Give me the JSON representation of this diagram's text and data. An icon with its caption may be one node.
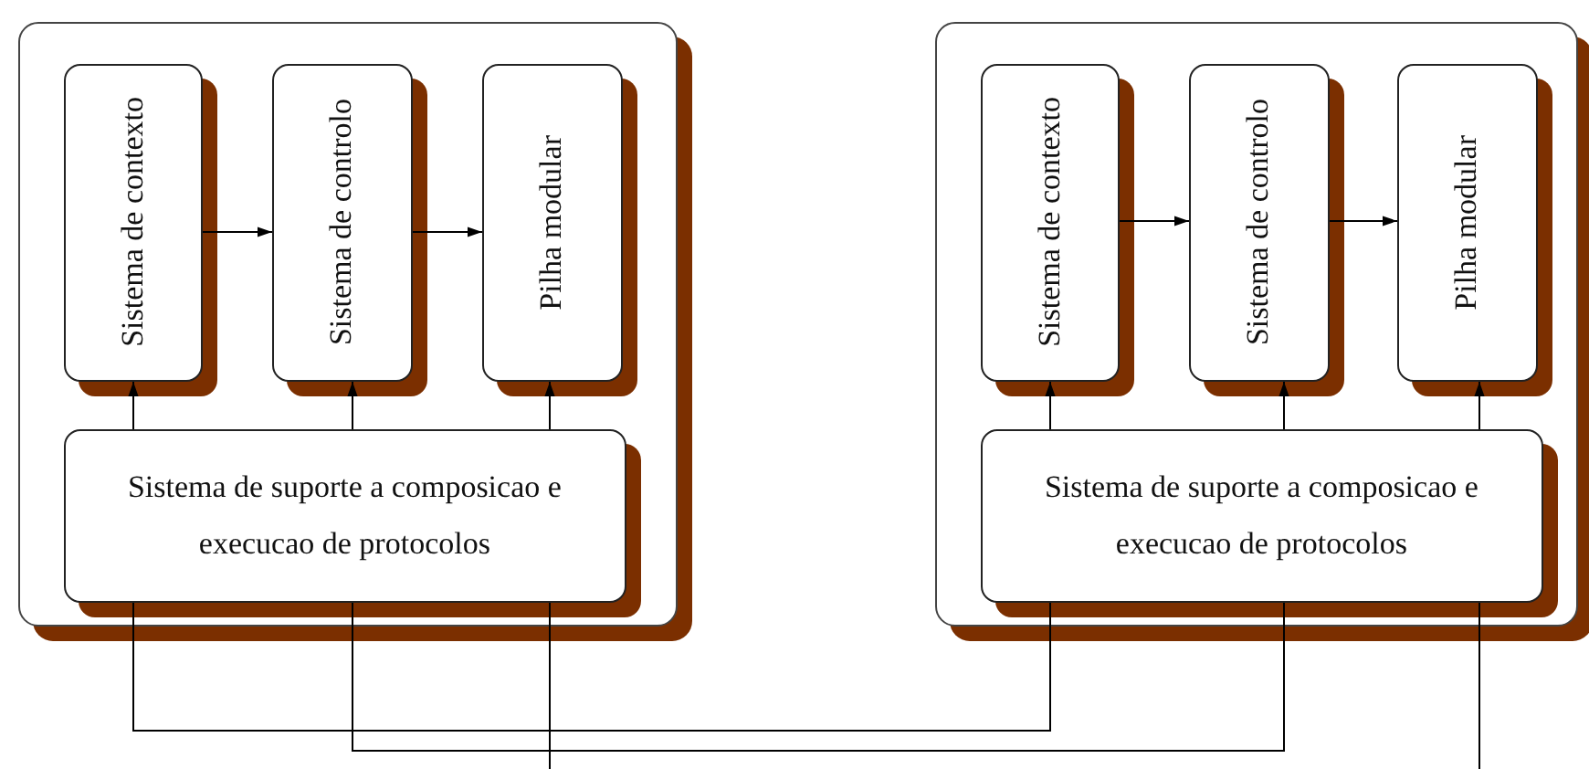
{
  "diagram": {
    "nodes": [
      {
        "text": [],
        "shape": "box"
      },
      {
        "text": [
          "Sistema de contexto"
        ],
        "in": 0
      },
      {
        "text": [
          "Sistema de controlo"
        ],
        "in": 0
      },
      {
        "text": [
          "Pilha modular"
        ],
        "in": 0
      },
      {
        "text": [
          "Sistema de suporte a composicao e execucao de protocolos"
        ],
        "in": 0
      },
      {
        "text": [],
        "shape": "box"
      },
      {
        "text": [
          "Sistema de contexto"
        ],
        "in": 5
      },
      {
        "text": [
          "Sistema de controlo"
        ],
        "in": 5
      },
      {
        "text": [
          "Pilha modular"
        ],
        "in": 5
      },
      {
        "text": [
          "Sistema de suporte a composicao e execucao de protocolos"
        ],
        "in": 5
      }
    ],
    "edges": [
      {
        "from": 1,
        "to": 2,
        "arrow": "to"
      },
      {
        "from": 2,
        "to": 3,
        "arrow": "to"
      },
      {
        "from": 4,
        "to": 1,
        "arrow": "to"
      },
      {
        "from": 4,
        "to": 2,
        "arrow": "to"
      },
      {
        "from": 4,
        "to": 3,
        "arrow": "to"
      },
      {
        "from": 6,
        "to": 7,
        "arrow": "to"
      },
      {
        "from": 7,
        "to": 8,
        "arrow": "to"
      },
      {
        "from": 9,
        "to": 6,
        "arrow": "to"
      },
      {
        "from": 9,
        "to": 7,
        "arrow": "to"
      },
      {
        "from": 9,
        "to": 8,
        "arrow": "to"
      },
      {
        "from": 4,
        "to": 9,
        "arrow": "none"
      },
      {
        "from": 4,
        "to": 9,
        "arrow": "none"
      },
      {
        "from": 4,
        "to": null,
        "arrow": "none"
      },
      {
        "from": 9,
        "to": null,
        "arrow": "none"
      }
    ]
  }
}
